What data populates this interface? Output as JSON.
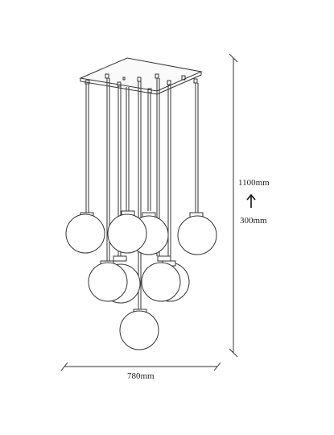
{
  "dimensions": {
    "max_height": "1100mm",
    "min_height": "300mm",
    "width": "780mm"
  },
  "pendant": {
    "globe_count": 9,
    "canopy_shape": "square",
    "globe_color": "#ffffff",
    "line_color": "#333333",
    "arrow_icon": "up-arrow-icon"
  }
}
